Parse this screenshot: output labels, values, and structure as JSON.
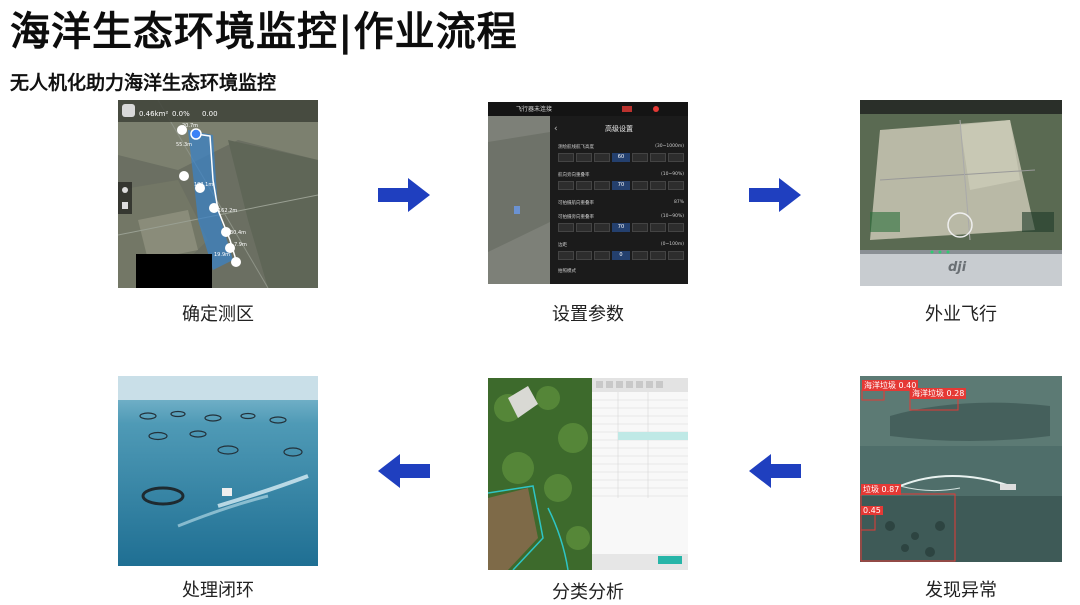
{
  "header": {
    "title": "海洋生态环境监控|作业流程",
    "subtitle": "无人机化助力海洋生态环境监控"
  },
  "colors": {
    "arrow": "#1f3fbf",
    "detection_box": "#e53935"
  },
  "steps": [
    {
      "label": "确定测区",
      "screen_stats": [
        "0.46km²",
        "0.0%",
        "0.00"
      ],
      "route_labels": [
        "20.7m",
        "55.3m",
        "102.1m",
        "162.2m",
        "30.4m",
        "7.9m",
        "19.9m"
      ]
    },
    {
      "label": "设置参数",
      "top_title": "飞行器未连接",
      "panel_title": "高级设置",
      "rows": [
        {
          "name": "测绘航线航飞高度",
          "range": "(30~1000m)",
          "value": "60"
        },
        {
          "name": "航向旁向重叠率",
          "range": "(10~90%)",
          "value": "70"
        },
        {
          "name": "可拍摄航向重叠率",
          "range": "",
          "value": "87%"
        },
        {
          "name": "可拍摄旁向重叠率",
          "range": "(10~90%)",
          "value": "70"
        },
        {
          "name": "边距",
          "range": "(0~100m)",
          "value": "0"
        },
        {
          "name": "拍照模式",
          "range": "",
          "value": ""
        }
      ]
    },
    {
      "label": "外业飞行",
      "brand": "dji"
    },
    {
      "label": "发现异常",
      "detections": [
        "海洋垃圾 0.40",
        "海洋垃圾 0.28",
        "垃圾 0.87",
        "0.45"
      ]
    },
    {
      "label": "分类分析"
    },
    {
      "label": "处理闭环"
    }
  ]
}
